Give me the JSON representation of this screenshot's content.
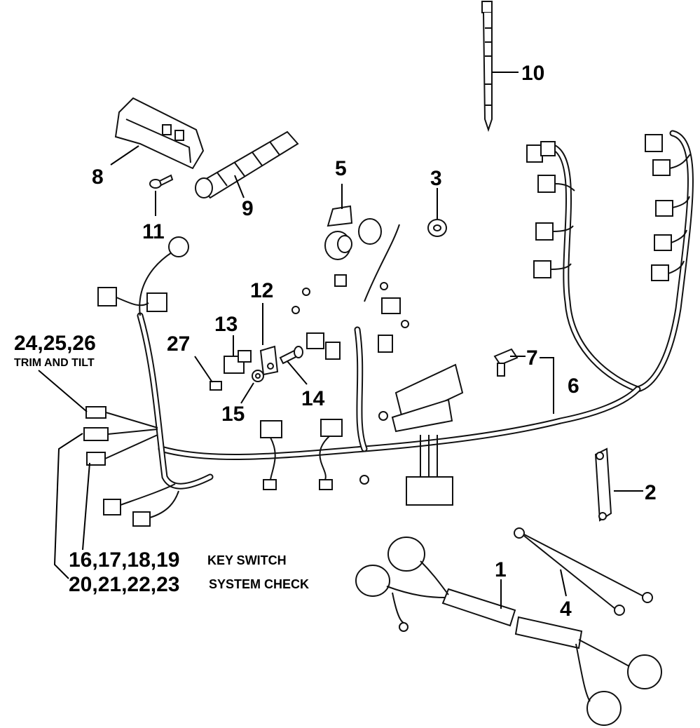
{
  "callouts": {
    "c1": "1",
    "c2": "2",
    "c3": "3",
    "c4": "4",
    "c5": "5",
    "c6": "6",
    "c7": "7",
    "c8": "8",
    "c9": "9",
    "c10": "10",
    "c11": "11",
    "c12": "12",
    "c13": "13",
    "c14": "14",
    "c15": "15",
    "c27": "27"
  },
  "groups": {
    "trim_numbers": "24,25,26",
    "trim_caption": "TRIM AND TILT",
    "key_numbers": "16,17,18,19",
    "key_caption": "KEY SWITCH",
    "check_numbers": "20,21,22,23",
    "check_caption": "SYSTEM CHECK"
  }
}
